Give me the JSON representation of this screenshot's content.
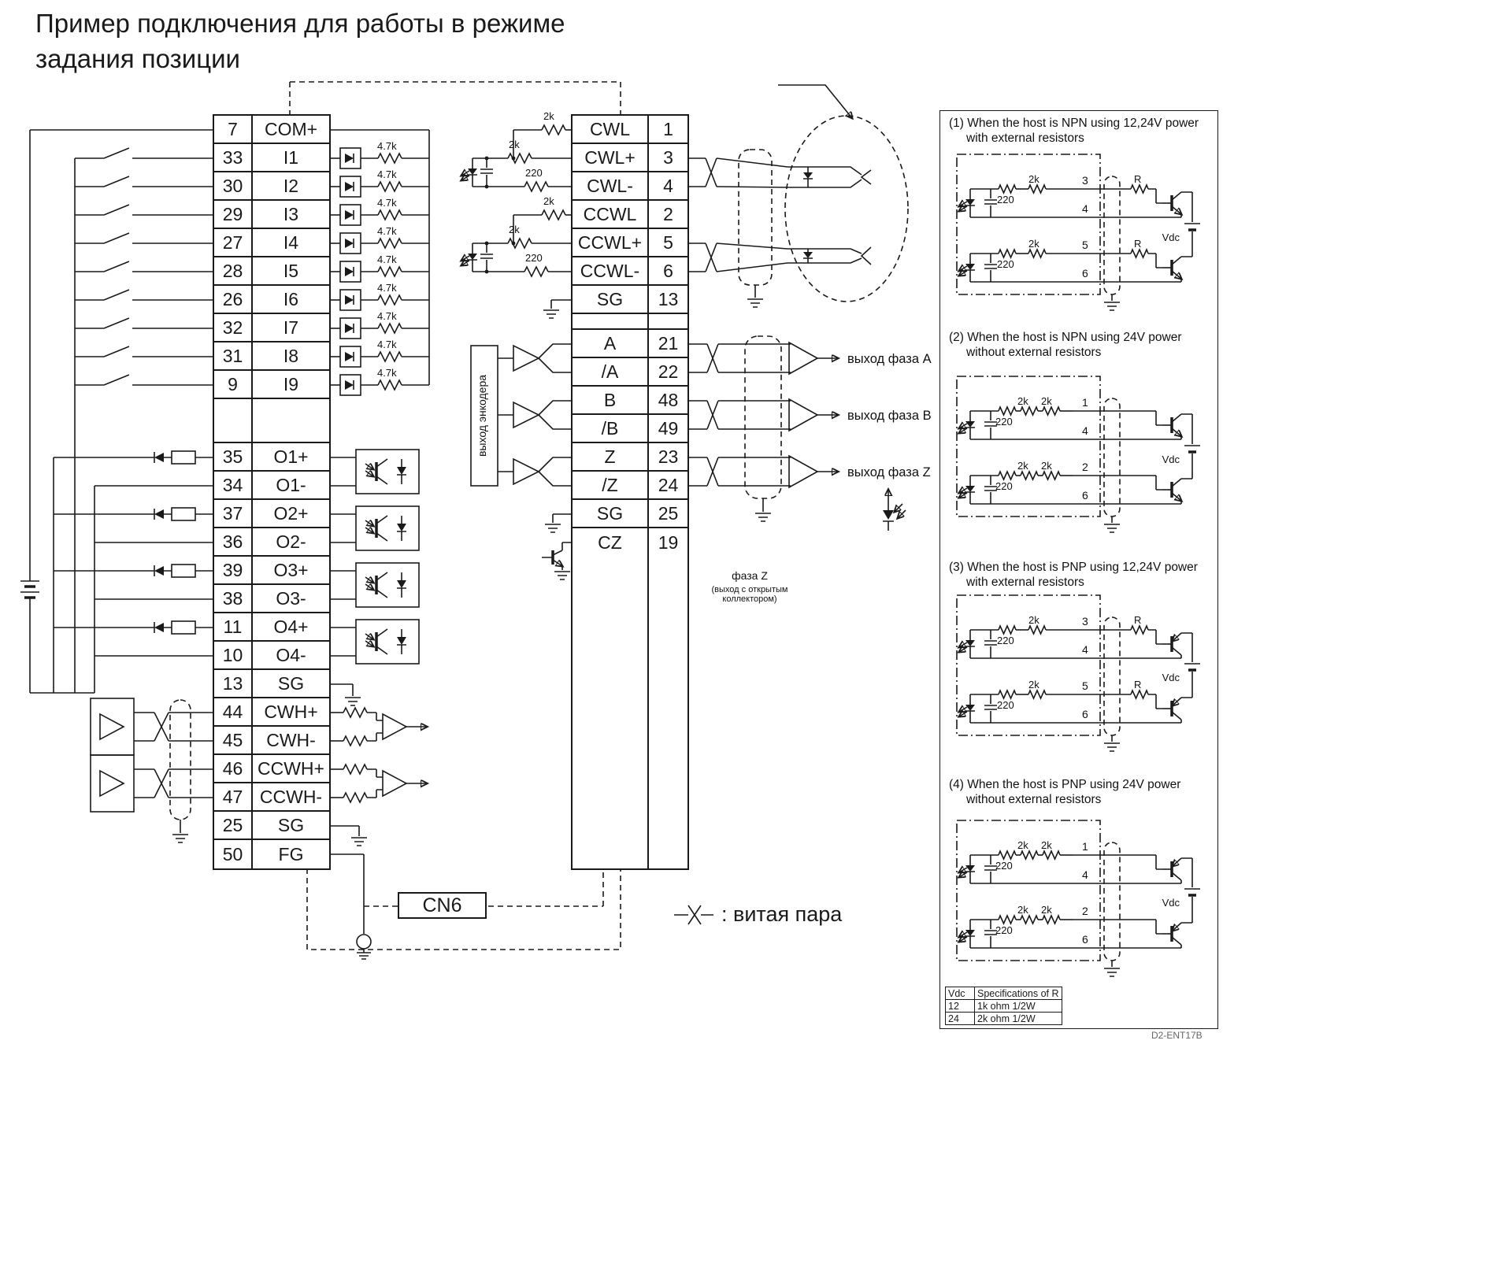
{
  "title": {
    "line1": "Пример подключения для работы в режиме",
    "line2": "задания позиции"
  },
  "left_block": {
    "input_resistor": "4.7k",
    "rows": [
      {
        "pin": "7",
        "label": "COM+"
      },
      {
        "pin": "33",
        "label": "I1"
      },
      {
        "pin": "30",
        "label": "I2"
      },
      {
        "pin": "29",
        "label": "I3"
      },
      {
        "pin": "27",
        "label": "I4"
      },
      {
        "pin": "28",
        "label": "I5"
      },
      {
        "pin": "26",
        "label": "I6"
      },
      {
        "pin": "32",
        "label": "I7"
      },
      {
        "pin": "31",
        "label": "I8"
      },
      {
        "pin": "9",
        "label": "I9"
      },
      {
        "pin": "",
        "label": ""
      },
      {
        "pin": "35",
        "label": "O1+"
      },
      {
        "pin": "34",
        "label": "O1-"
      },
      {
        "pin": "37",
        "label": "O2+"
      },
      {
        "pin": "36",
        "label": "O2-"
      },
      {
        "pin": "39",
        "label": "O3+"
      },
      {
        "pin": "38",
        "label": "O3-"
      },
      {
        "pin": "11",
        "label": "O4+"
      },
      {
        "pin": "10",
        "label": "O4-"
      },
      {
        "pin": "13",
        "label": "SG"
      },
      {
        "pin": "44",
        "label": "CWH+"
      },
      {
        "pin": "45",
        "label": "CWH-"
      },
      {
        "pin": "46",
        "label": "CCWH+"
      },
      {
        "pin": "47",
        "label": "CCWH-"
      },
      {
        "pin": "25",
        "label": "SG"
      },
      {
        "pin": "50",
        "label": "FG"
      }
    ]
  },
  "middle_block": {
    "encoder_label": "выход энкодера",
    "phase_a_out": "выход фаза A",
    "phase_b_out": "выход фаза B",
    "phase_z_out": "выход фаза Z",
    "phase_z_oc_1": "фаза Z",
    "phase_z_oc_2": "(выход с открытым",
    "phase_z_oc_3": "коллектором)",
    "rows": [
      {
        "label": "CWL",
        "pin": "1"
      },
      {
        "label": "CWL+",
        "pin": "3"
      },
      {
        "label": "CWL-",
        "pin": "4"
      },
      {
        "label": "CCWL",
        "pin": "2"
      },
      {
        "label": "CCWL+",
        "pin": "5"
      },
      {
        "label": "CCWL-",
        "pin": "6"
      },
      {
        "label": "SG",
        "pin": "13"
      },
      {
        "label": "",
        "pin": ""
      },
      {
        "label": "A",
        "pin": "21"
      },
      {
        "label": "/A",
        "pin": "22"
      },
      {
        "label": "B",
        "pin": "48"
      },
      {
        "label": "/B",
        "pin": "49"
      },
      {
        "label": "Z",
        "pin": "23"
      },
      {
        "label": "/Z",
        "pin": "24"
      },
      {
        "label": "SG",
        "pin": "25"
      },
      {
        "label": "CZ",
        "pin": "19"
      }
    ]
  },
  "values": {
    "r2k": "2k",
    "r220": "220",
    "r": "R",
    "vdc": "Vdc"
  },
  "panels": [
    {
      "heading1": "(1) When the host is NPN using 12,24V power",
      "heading2": "with external resistors",
      "pins": [
        "3",
        "4",
        "5",
        "6"
      ]
    },
    {
      "heading1": "(2) When the host is NPN using 24V power",
      "heading2": "without external resistors",
      "pins": [
        "1",
        "4",
        "2",
        "6"
      ]
    },
    {
      "heading1": "(3) When the host is PNP using 12,24V power",
      "heading2": "with external resistors",
      "pins": [
        "3",
        "4",
        "5",
        "6"
      ]
    },
    {
      "heading1": "(4) When the host is PNP using 24V power",
      "heading2": "without external resistors",
      "pins": [
        "1",
        "4",
        "2",
        "6"
      ]
    }
  ],
  "connector_label": "CN6",
  "legend": {
    "twisted_pair": ": витая пара"
  },
  "spec_table": {
    "headers": [
      "Vdc",
      "Specifications of R"
    ],
    "rows": [
      {
        "vdc": "12",
        "spec": "1k ohm 1/2W"
      },
      {
        "vdc": "24",
        "spec": "2k ohm 1/2W"
      }
    ]
  },
  "doc_id": "D2-ENT17B"
}
